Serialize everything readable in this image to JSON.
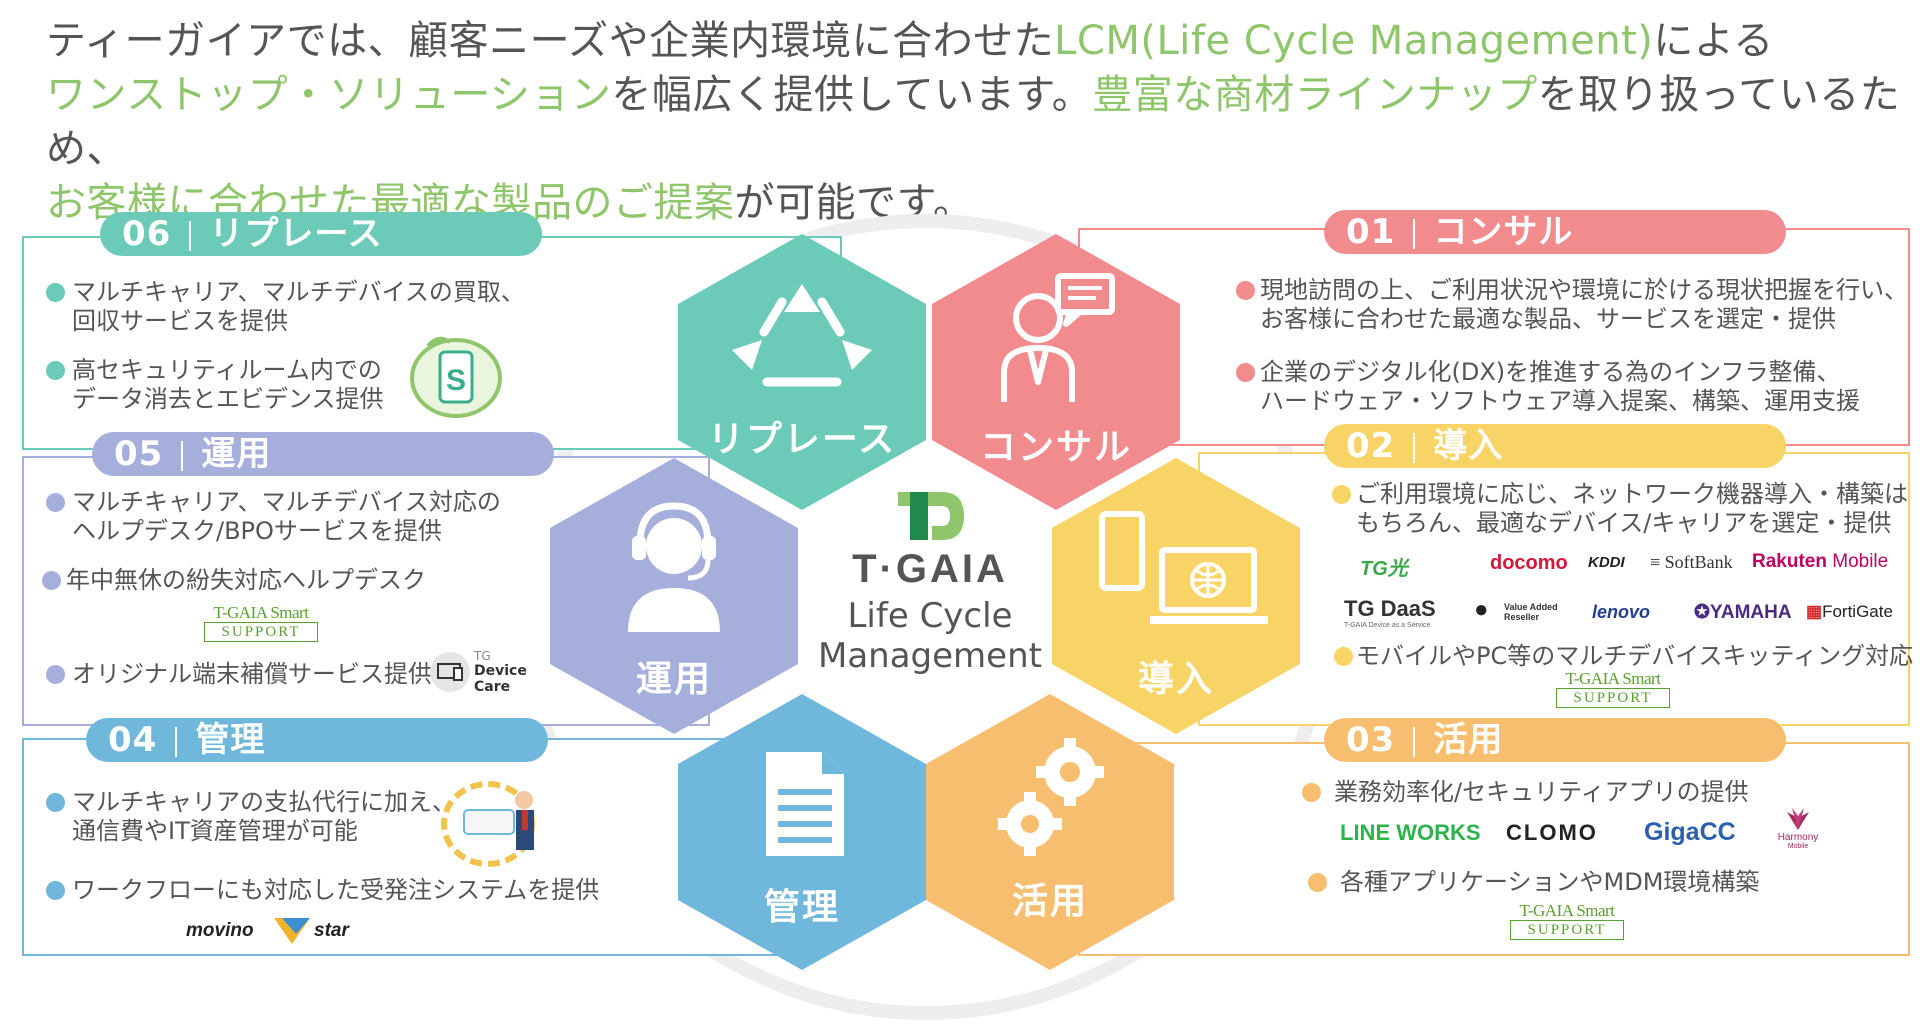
{
  "header": {
    "line1_a": "ティーガイアでは、顧客ニーズや企業内環境に合わせた",
    "line1_hl": "LCM(Life Cycle Management)",
    "line1_b": "による",
    "line2_hl1": "ワンストップ・ソリューション",
    "line2_a": "を幅広く提供しています。",
    "line2_hl2": "豊富な商材ラインナップ",
    "line2_b": "を取り扱っているため、",
    "line3_hl": "お客様に合わせた最適な製品のご提案",
    "line3_a": "が可能です。"
  },
  "colors": {
    "replace": "#6ccbb8",
    "consul": "#f28b8e",
    "unyo": "#a6aedb",
    "donyu": "#f8d466",
    "kanri": "#6fb8dc",
    "katsuyo": "#f6be6e",
    "accent_green": "#8fc66b"
  },
  "hexes": {
    "replace": {
      "label": "リプレース",
      "icon": "recycle-icon"
    },
    "consul": {
      "label": "コンサル",
      "icon": "consultant-icon"
    },
    "unyo": {
      "label": "運用",
      "icon": "headset-operator-icon"
    },
    "donyu": {
      "label": "導入",
      "icon": "devices-icon"
    },
    "kanri": {
      "label": "管理",
      "icon": "document-icon"
    },
    "katsuyo": {
      "label": "活用",
      "icon": "gears-icon"
    }
  },
  "center": {
    "brand": "T·GAIA",
    "line1": "Life Cycle",
    "line2": "Management"
  },
  "sections": {
    "s06": {
      "num": "06",
      "title": "リプレース",
      "b1a": "マルチキャリア、マルチデバイスの買取、",
      "b1b": "回収サービスを提供",
      "b2a": "高セキュリティルーム内での",
      "b2b": "データ消去とエビデンス提供"
    },
    "s05": {
      "num": "05",
      "title": "運用",
      "b1a": "マルチキャリア、マルチデバイス対応の",
      "b1b": "ヘルプデスク/BPOサービスを提供",
      "b2": "年中無休の紛失対応ヘルプデスク",
      "b3": "オリジナル端末補償サービス提供",
      "device_care_a": "TG",
      "device_care_b": "Device",
      "device_care_c": "Care"
    },
    "s04": {
      "num": "04",
      "title": "管理",
      "b1a": "マルチキャリアの支払代行に加え、",
      "b1b": "通信費やIT資産管理が可能",
      "b2": "ワークフローにも対応した受発注システムを提供",
      "movino_a": "movino",
      "movino_b": "star"
    },
    "s01": {
      "num": "01",
      "title": "コンサル",
      "b1a": "現地訪問の上、ご利用状況や環境に於ける現状把握を行い、",
      "b1b": "お客様に合わせた最適な製品、サービスを選定・提供",
      "b2a": "企業のデジタル化(DX)を推進する為のインフラ整備、",
      "b2b": "ハードウェア・ソフトウェア導入提案、構築、運用支援"
    },
    "s02": {
      "num": "02",
      "title": "導入",
      "b1a": "ご利用環境に応じ、ネットワーク機器導入・構築は",
      "b1b": "もちろん、最適なデバイス/キャリアを選定・提供",
      "b2": "モバイルやPC等のマルチデバイスキッティング対応",
      "logos_row1": [
        "TG光",
        "docomo",
        "KDDI",
        "SoftBank",
        "Rakuten",
        "Mobile"
      ],
      "logos_row2": [
        "TG DaaS",
        "Value Added Reseller",
        "lenovo",
        "YAMAHA",
        "FortiGate"
      ],
      "daas_sub": "T-GAIA Device as a Service"
    },
    "s03": {
      "num": "03",
      "title": "活用",
      "b1": "業務効率化/セキュリティアプリの提供",
      "b2": "各種アプリケーションやMDM環境構築",
      "logos": [
        "LINE WORKS",
        "CLOMO",
        "GigaCC",
        "Harmony",
        "Mobile"
      ]
    }
  },
  "support_logo": {
    "line1": "T-GAIA Smart",
    "line2": "SUPPORT"
  }
}
